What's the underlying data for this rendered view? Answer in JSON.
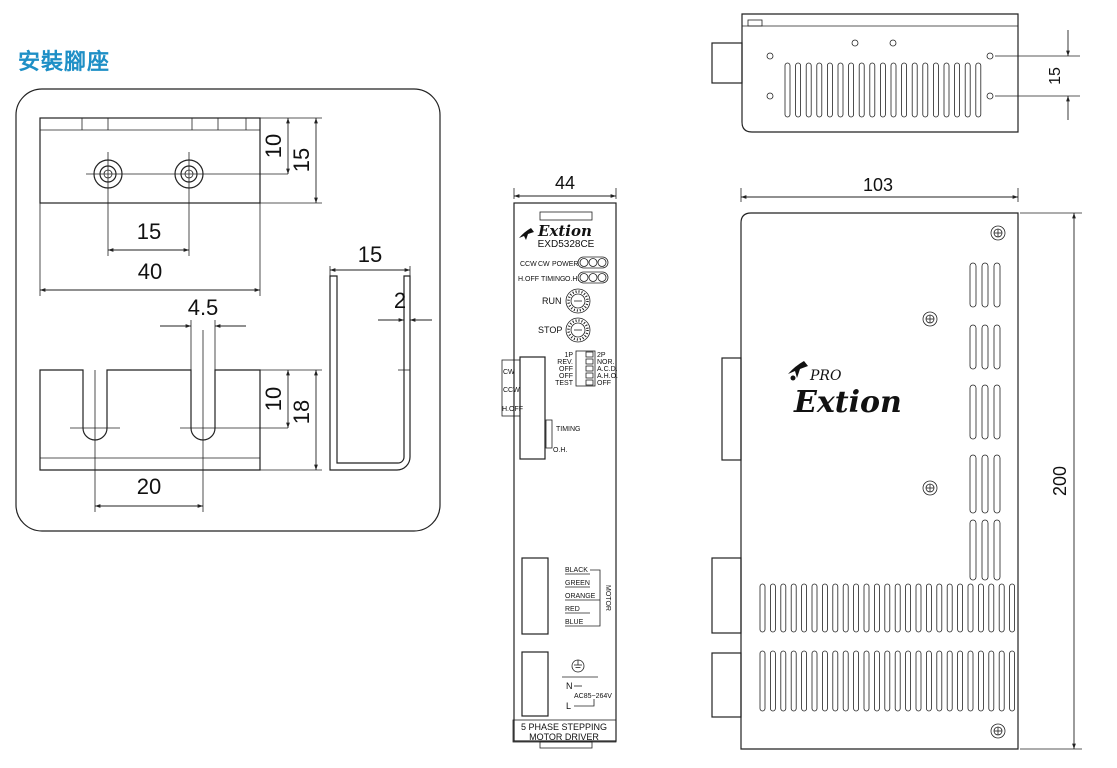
{
  "mounting": {
    "title": "安裝腳座",
    "dims": {
      "top_height_inner": "10",
      "top_height_outer": "15",
      "hole_spacing": "15",
      "bracket_width": "40",
      "side_depth": "15",
      "thickness": "2",
      "slot_width": "4.5",
      "bottom_height_inner": "10",
      "bottom_height_outer": "18",
      "slot_spacing": "20"
    }
  },
  "top_view": {
    "dim_15": "15"
  },
  "front_panel": {
    "width_dim": "44",
    "brand": "Extion",
    "model": "EXD5328CE",
    "led_row1": [
      "CCW",
      "CW",
      "POWER"
    ],
    "led_row2": [
      "H.OFF",
      "TIMING",
      "O.H."
    ],
    "run_label": "RUN",
    "stop_label": "STOP",
    "dip_left": [
      "1P",
      "REV.",
      "OFF",
      "OFF",
      "TEST"
    ],
    "dip_right": [
      "2P",
      "NOR.",
      "A.C.D.",
      "A.H.O.",
      "OFF"
    ],
    "connector_labels": [
      "CW",
      "CCW",
      "H.OFF"
    ],
    "timing_labels": [
      "TIMING",
      "O.H."
    ],
    "motor_wires": [
      "BLACK",
      "GREEN",
      "ORANGE",
      "RED",
      "BLUE"
    ],
    "motor_label": "MOTOR",
    "power_n": "N",
    "power_l": "L",
    "power_spec": "AC85~264V",
    "footer_line1": "5 PHASE STEPPING",
    "footer_line2": "MOTOR DRIVER"
  },
  "side_view": {
    "width_dim": "103",
    "height_dim": "200",
    "logo_pro": "PRO",
    "logo_brand": "Extion"
  }
}
